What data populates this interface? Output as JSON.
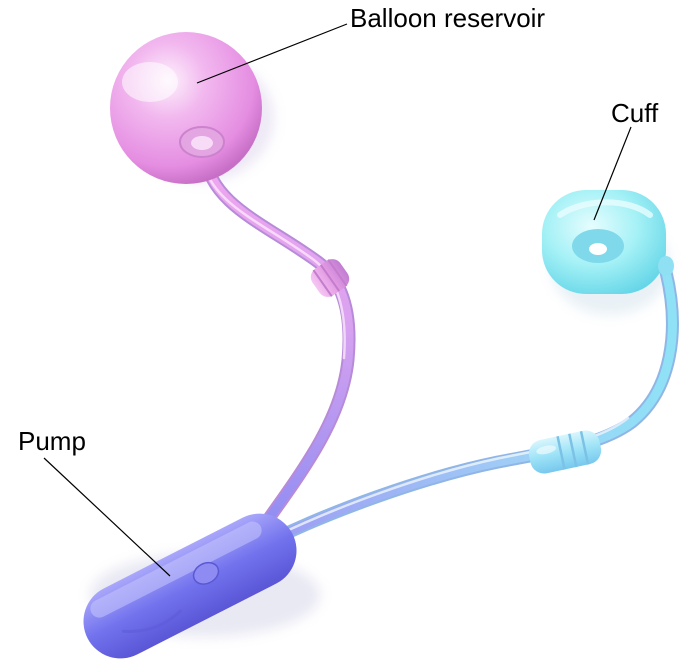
{
  "labels": {
    "balloon_reservoir": "Balloon reservoir",
    "cuff": "Cuff",
    "pump": "Pump"
  },
  "colors": {
    "reservoir": "#e99ae6",
    "reservoir_tube": "#d9a0ec",
    "pump": "#7c7cf2",
    "pump_tube": "#a9a4f6",
    "cuff": "#8eeef4",
    "cuff_tube": "#95dcf6",
    "leader_line": "#000000"
  }
}
